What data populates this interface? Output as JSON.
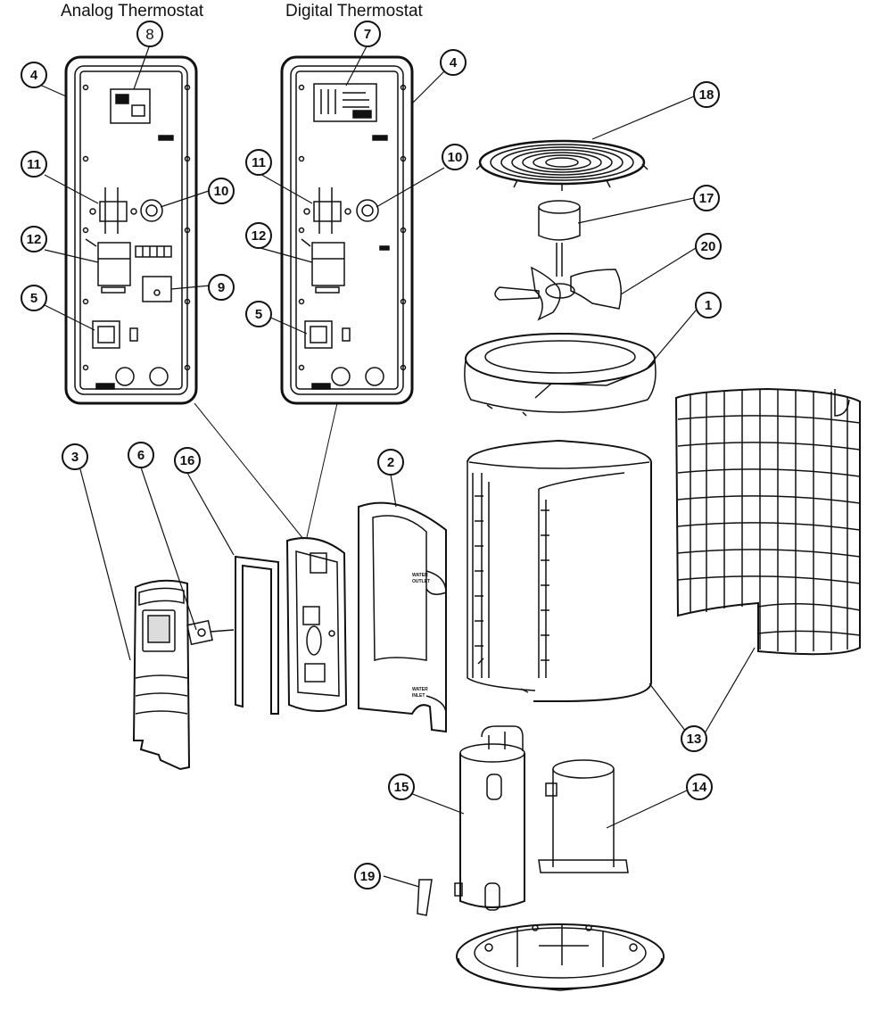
{
  "titles": {
    "analog": "Analog Thermostat",
    "digital": "Digital Thermostat"
  },
  "callouts": {
    "c1": "1",
    "c2": "2",
    "c3": "3",
    "c4a": "4",
    "c4b": "4",
    "c5a": "5",
    "c5b": "5",
    "c6": "6",
    "c7": "7",
    "c8": "8",
    "c9": "9",
    "c10a": "10",
    "c10b": "10",
    "c11a": "11",
    "c11b": "11",
    "c12a": "12",
    "c12b": "12",
    "c13": "13",
    "c14": "14",
    "c15": "15",
    "c16": "16",
    "c17": "17",
    "c18": "18",
    "c19": "19",
    "c20": "20"
  },
  "stamps": {
    "water_outlet_1": "WATER",
    "water_outlet_2": "OUTLET",
    "water_inlet_1": "WATER",
    "water_inlet_2": "INLET"
  }
}
